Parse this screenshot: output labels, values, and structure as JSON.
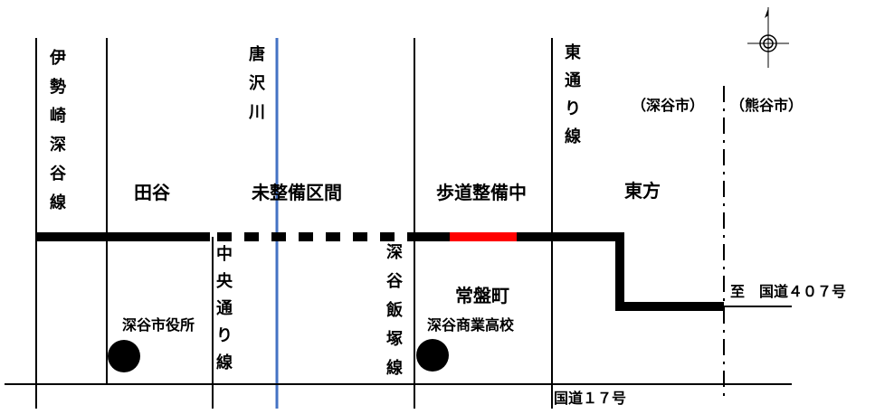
{
  "map": {
    "area_labels": {
      "tadani": "田谷",
      "unimproved": "未整備区間",
      "sidewalk_work": "歩道整備中",
      "higashikata": "東方",
      "tokiwacho": "常盤町"
    },
    "roads": {
      "isesaki": "伊勢崎深谷線",
      "higashi_dori": "東通り線",
      "chuo_dori": "中央通り線",
      "fukaya_iizuka": "深谷飯塚線",
      "route17": "国道１７号",
      "to_route407": "至　国道４０７号"
    },
    "river": "唐沢川",
    "boundary": {
      "left_city": "（深谷市）",
      "right_city": "（熊谷市）"
    },
    "landmarks": {
      "city_hall": "深谷市役所",
      "school": "深谷商業高校"
    },
    "colors": {
      "main_road": "#000000",
      "sidewalk_segment": "#ff0000",
      "river": "#4472c4"
    },
    "icons": [
      "north-arrow-icon",
      "landmark-dot-icon"
    ]
  }
}
